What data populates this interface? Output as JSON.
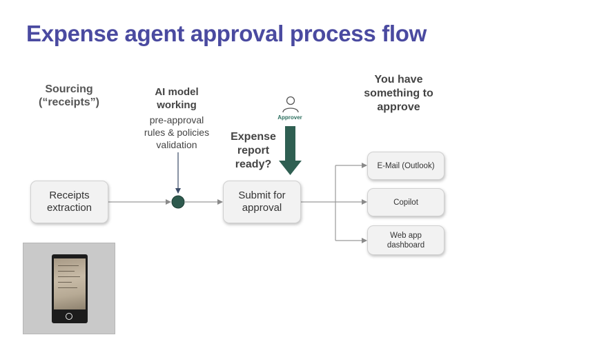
{
  "title": "Expense agent approval process flow",
  "labels": {
    "sourcing": "Sourcing\n(“receipts”)",
    "ai_title": "AI model\nworking",
    "ai_sub": "pre-approval\nrules & policies\nvalidation",
    "expense_ready": "Expense\nreport\nready?",
    "approver": "Approver",
    "you_have": "You have\nsomething to\napprove"
  },
  "nodes": {
    "receipts": "Receipts\nextraction",
    "submit": "Submit for\napproval",
    "email": "E-Mail (Outlook)",
    "copilot": "Copilot",
    "webapp": "Web app\ndashboard"
  },
  "colors": {
    "title": "#4a4aa0",
    "green_arrow": "#2f5f52",
    "decision_dot": "#2e5a4e",
    "connector": "#9a9a9a"
  },
  "icons": {
    "approver": "person-outline-icon",
    "phone": "phone-receipt-photo"
  }
}
